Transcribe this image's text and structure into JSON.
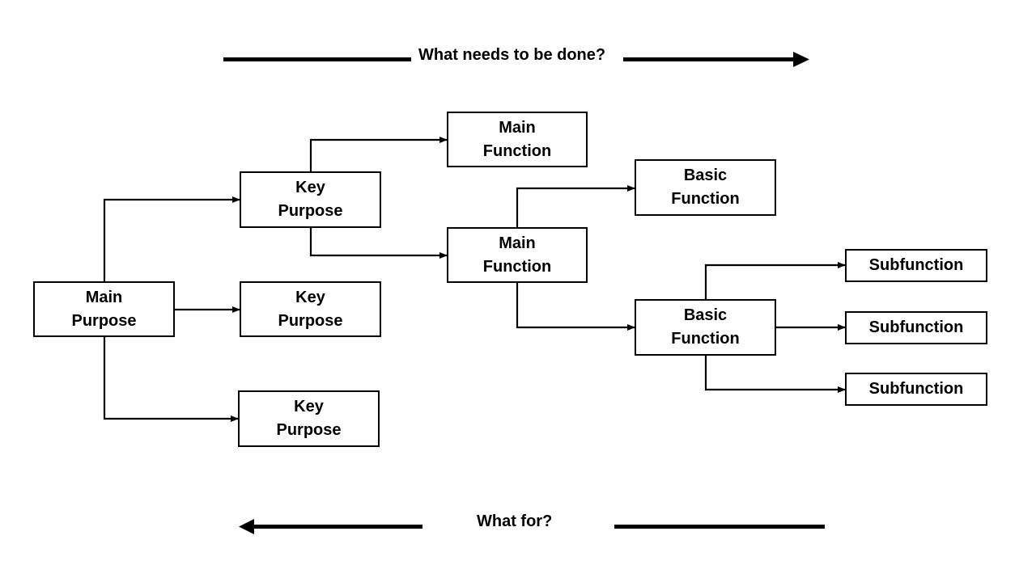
{
  "top_arrow_label": "What needs to be done?",
  "bottom_arrow_label": "What for?",
  "nodes": {
    "main_purpose": "Main\nPurpose",
    "key_purpose_1": "Key\nPurpose",
    "key_purpose_2": "Key\nPurpose",
    "key_purpose_3": "Key\nPurpose",
    "main_function_1": "Main\nFunction",
    "main_function_2": "Main\nFunction",
    "basic_function_1": "Basic\nFunction",
    "basic_function_2": "Basic\nFunction",
    "subfunction_1": "Subfunction",
    "subfunction_2": "Subfunction",
    "subfunction_3": "Subfunction"
  },
  "edges": [
    {
      "from": "Main Purpose",
      "to": "Key Purpose (top)"
    },
    {
      "from": "Main Purpose",
      "to": "Key Purpose (middle)"
    },
    {
      "from": "Main Purpose",
      "to": "Key Purpose (bottom)"
    },
    {
      "from": "Key Purpose (top)",
      "to": "Main Function (top)"
    },
    {
      "from": "Key Purpose (top)",
      "to": "Main Function (middle)"
    },
    {
      "from": "Main Function (middle)",
      "to": "Basic Function (top)"
    },
    {
      "from": "Main Function (middle)",
      "to": "Basic Function (bottom)"
    },
    {
      "from": "Basic Function (bottom)",
      "to": "Subfunction (top)"
    },
    {
      "from": "Basic Function (bottom)",
      "to": "Subfunction (middle)"
    },
    {
      "from": "Basic Function (bottom)",
      "to": "Subfunction (bottom)"
    }
  ]
}
